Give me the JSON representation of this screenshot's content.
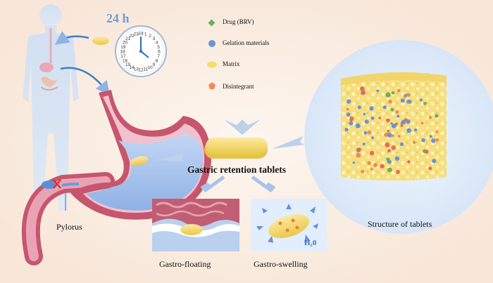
{
  "clock": {
    "label": "24 h",
    "numbers": [
      "24",
      "1",
      "2",
      "3",
      "4",
      "5",
      "6",
      "7",
      "8",
      "9",
      "10",
      "11",
      "12",
      "13",
      "14",
      "15",
      "16",
      "17",
      "18",
      "19",
      "20",
      "21",
      "22",
      "23"
    ]
  },
  "legend": [
    {
      "label": "Drug (BRV)",
      "icon": "green-diamond-icon",
      "color": "#6fae5e"
    },
    {
      "label": "Gelation materials",
      "icon": "blue-sphere-icon",
      "color": "#6b93d6"
    },
    {
      "label": "Matrix",
      "icon": "yellow-ellipse-icon",
      "color": "#f4dc6c"
    },
    {
      "label": "Disintegrant",
      "icon": "orange-pentagon-icon",
      "color": "#ef8a52"
    }
  ],
  "title": "Gastric retention tablets",
  "labels": {
    "pylorus": "Pylorus",
    "floating": "Gastro-floating",
    "swelling": "Gastro-swelling",
    "structure": "Structure of tablets",
    "water": "H₂0"
  },
  "colors": {
    "background": "#fbeee3",
    "stomach_wall": "#c6566e",
    "gastric_fluid": "#aac6ee",
    "tablet": "#f3d766",
    "arrow": "#a9c4e8"
  }
}
